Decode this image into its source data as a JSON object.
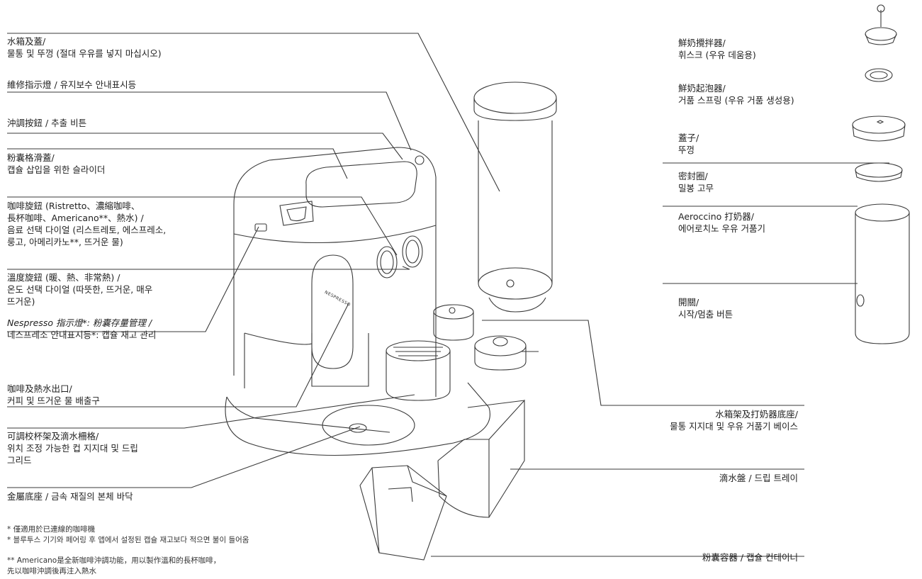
{
  "left_labels": [
    {
      "id": "water-tank-lid",
      "lines": [
        "水箱及蓋/",
        "물통 및 뚜껑 (절대 우유를 넣지 마십시오)"
      ]
    },
    {
      "id": "maintenance-light",
      "lines": [
        "維修指示燈 / 유지보수 안내표시등"
      ]
    },
    {
      "id": "brew-button",
      "lines": [
        "沖調按鈕 / 추출 비튼"
      ]
    },
    {
      "id": "capsule-slider",
      "lines": [
        "粉囊格滑蓋/",
        "캡슐 삽입을 위한 슬라이더"
      ]
    },
    {
      "id": "coffee-dial",
      "lines": [
        "咖啡旋鈕 (Ristretto、濃縮咖啡、",
        "長杯咖啡、Americano**、熱水) /",
        "음료 선택 다이얼 (리스트레토, 에스프레소,",
        "룽고, 아메리카노**, 뜨거운 물)"
      ]
    },
    {
      "id": "temperature-dial",
      "lines": [
        "溫度旋鈕 (暖、熱、非常熱) /",
        "온도 선택 다이얼 (따뜻한, 뜨거운, 매우",
        "뜨거운)"
      ]
    },
    {
      "id": "nespresso-indicator",
      "lines": [
        "Nespresso 指示燈*: 粉囊存量管理 /",
        "네스프레소 안내표시등*: 캡슐 재고 관리"
      ]
    },
    {
      "id": "coffee-outlet",
      "lines": [
        "咖啡及熱水出口/",
        "커피 및 뜨거운 물 배출구"
      ]
    },
    {
      "id": "cup-support",
      "lines": [
        "可調校杯架及滴水柵格/",
        "위치 조정 가능한 컵 지지대 및 드립",
        "그리드"
      ]
    },
    {
      "id": "metal-base",
      "lines": [
        "金屬底座 / 금속 재질의 본체 바닥"
      ]
    }
  ],
  "right_labels": [
    {
      "id": "whisk",
      "lines": [
        "鮮奶攪拌器/",
        "휘스크 (우유 데움용)"
      ]
    },
    {
      "id": "froth-ring",
      "lines": [
        "鮮奶起泡器/",
        "거품 스프링 (우유 거품 생성용)"
      ]
    },
    {
      "id": "lid",
      "lines": [
        "蓋子/",
        "뚜껑"
      ]
    },
    {
      "id": "seal",
      "lines": [
        "密封圈/",
        "밀봉 고무"
      ]
    },
    {
      "id": "aeroccino",
      "lines": [
        "Aeroccino 打奶器/",
        "에어로치노 우유 거품기"
      ]
    },
    {
      "id": "switch",
      "lines": [
        "開關/",
        "시작/멈춤 버튼"
      ]
    }
  ],
  "bottom_right_labels": [
    {
      "id": "tank-base",
      "lines": [
        "水箱架及打奶器底座/",
        "물통 지지대 및 우유 거품기 베이스"
      ]
    },
    {
      "id": "drip-tray",
      "lines": [
        "滴水盤 / 드립 트레이"
      ]
    },
    {
      "id": "capsule-container",
      "lines": [
        "粉囊容器 / 캡슐 컨테이너"
      ]
    }
  ],
  "footnotes": {
    "n1a": "* 僅適用於已連線的咖啡機",
    "n1b": "* 블루투스 기기와 페어링 후 앱에서 설정된 캡슐 재고보다 적으면 불이 들어옴",
    "n2a": "** Americano是全新咖啡沖調功能，用以製作溫和的長杯咖啡，",
    "n2b": "先以咖啡沖調後再注入熱水"
  },
  "machine_brand": "NESPRESSO",
  "colors": {
    "line": "#3a3a3a",
    "text": "#222222"
  }
}
